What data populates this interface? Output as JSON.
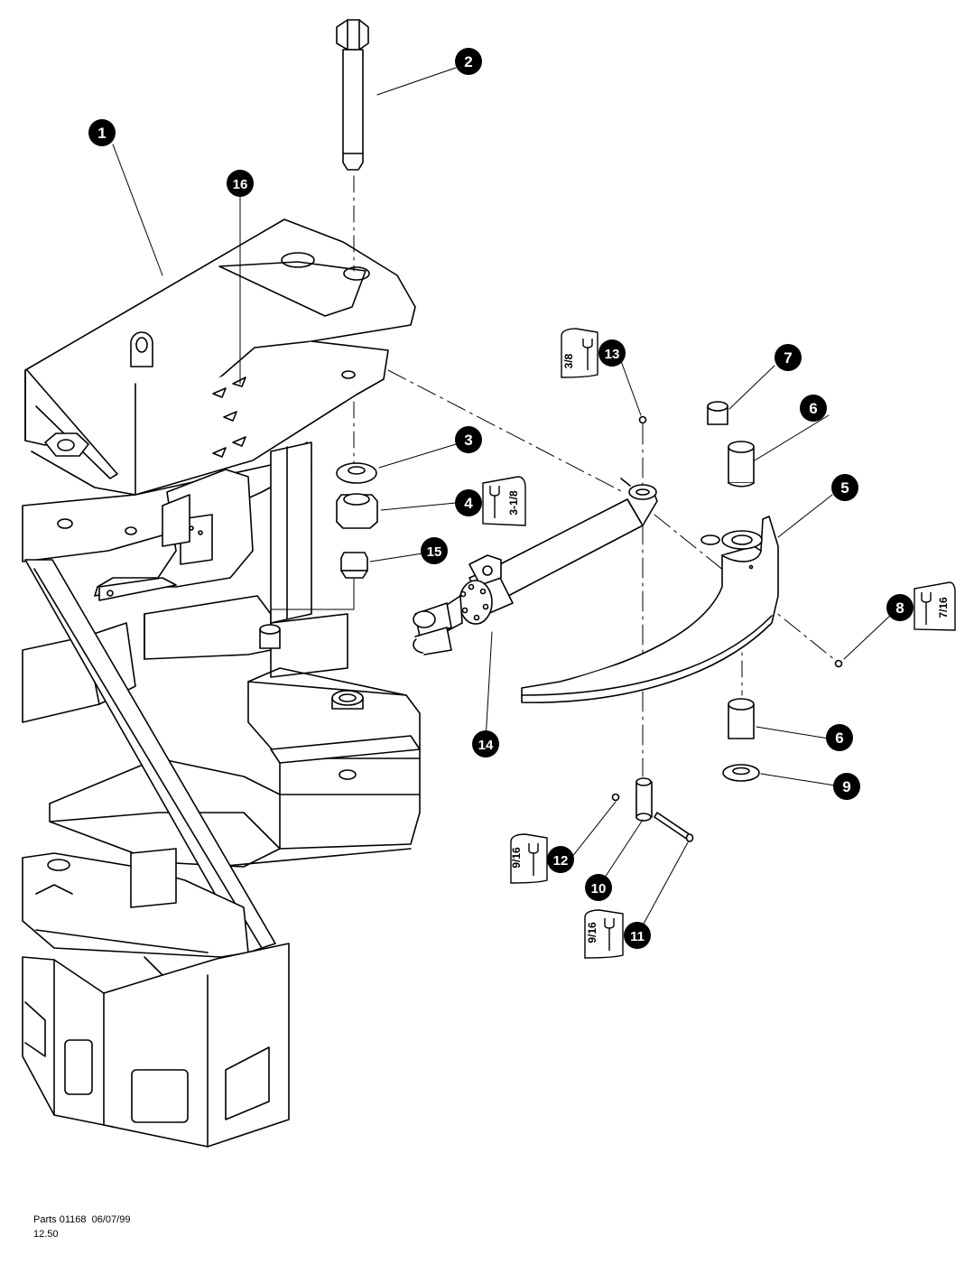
{
  "callouts": {
    "c1": "1",
    "c2": "2",
    "c3": "3",
    "c4": "4",
    "c5": "5",
    "c6a": "6",
    "c6b": "6",
    "c7": "7",
    "c8": "8",
    "c9": "9",
    "c10": "10",
    "c11": "11",
    "c12": "12",
    "c13": "13",
    "c14": "14",
    "c15": "15",
    "c16": "16"
  },
  "wrench_sizes": {
    "w13": "3/8",
    "w4": "3-1/8",
    "w8": "7/16",
    "w12": "9/16",
    "w11": "9/16"
  },
  "footer": {
    "line1": "Parts 01168  06/07/99",
    "line2": "12.50"
  }
}
